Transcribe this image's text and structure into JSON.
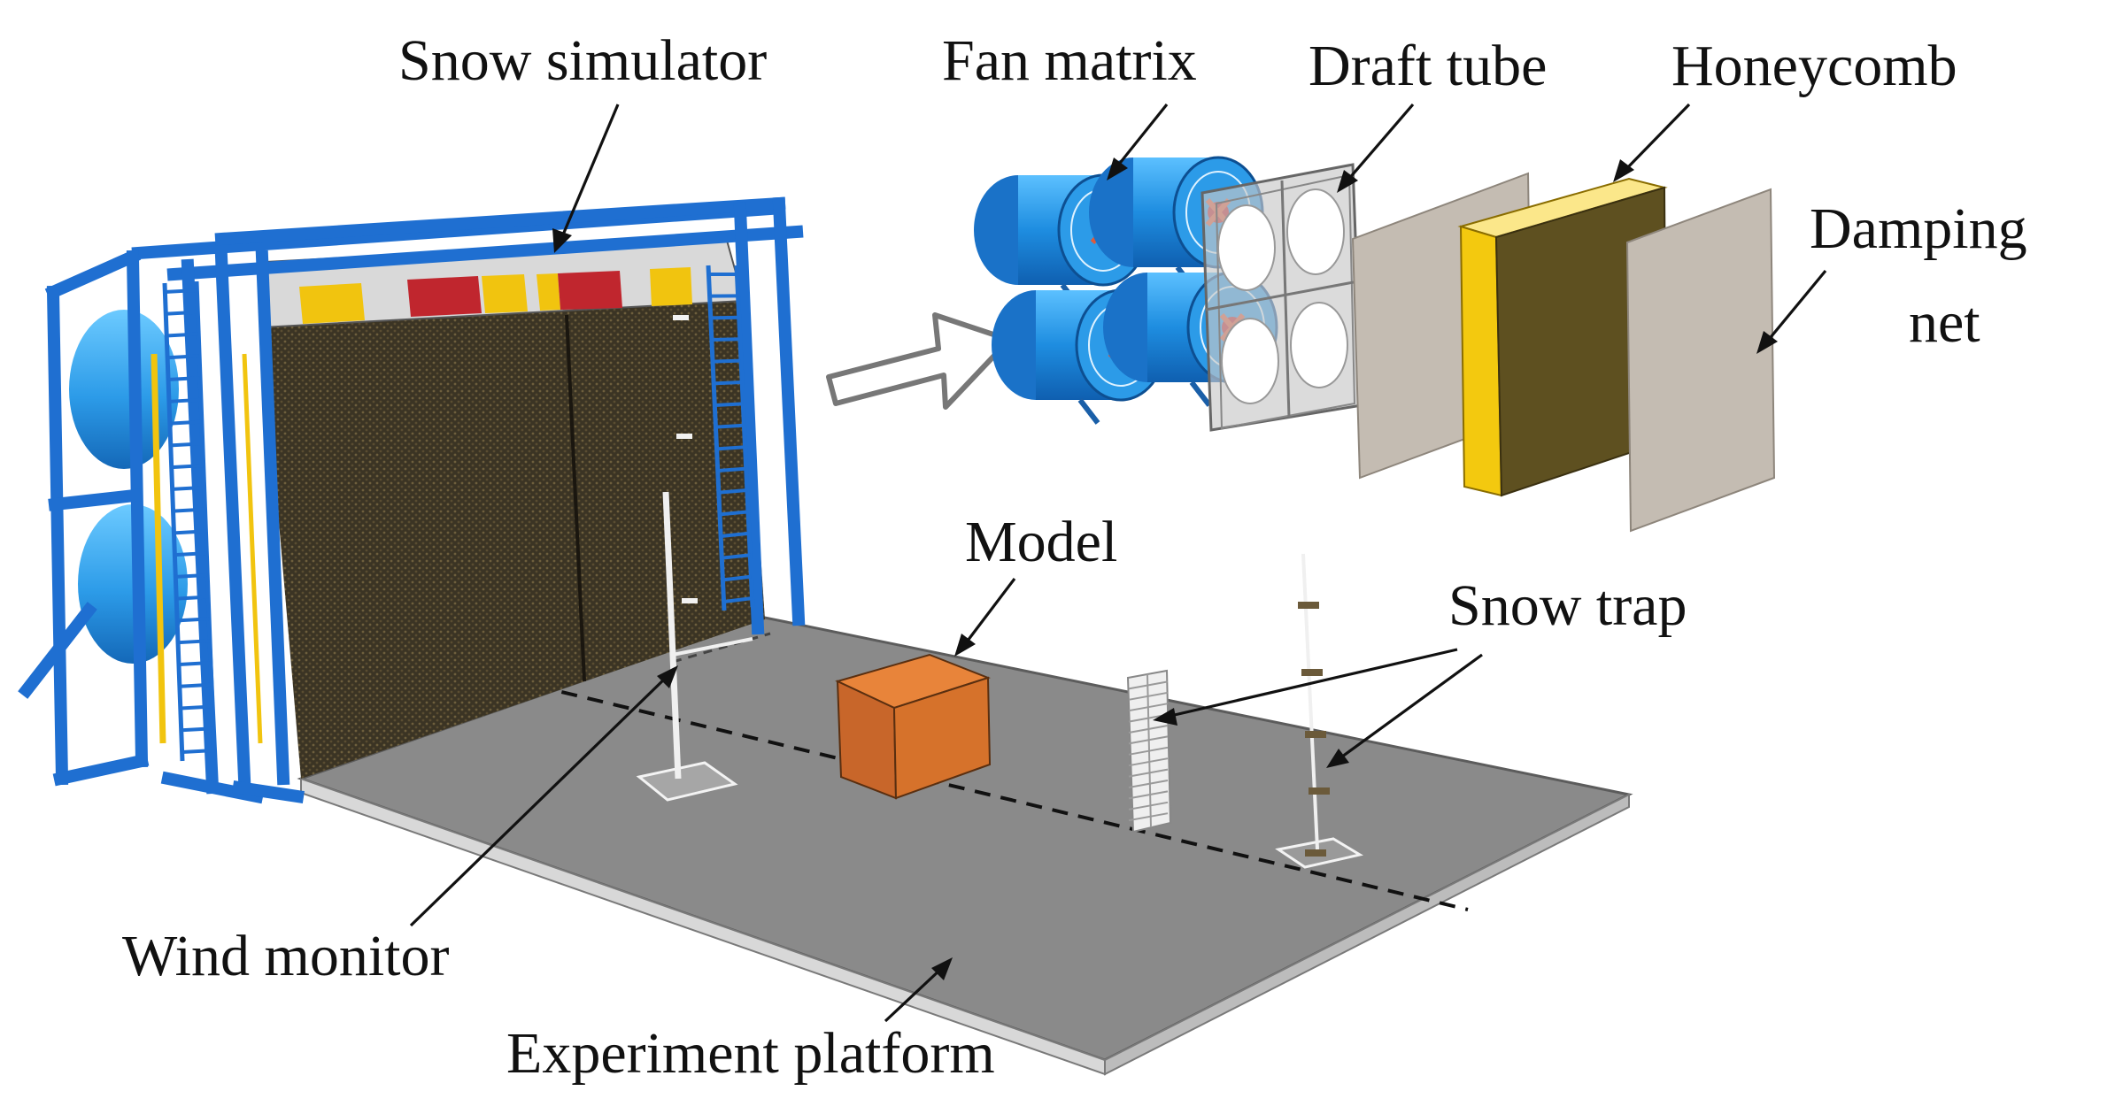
{
  "labels": {
    "snow_simulator": "Snow simulator",
    "fan_matrix": "Fan matrix",
    "draft_tube": "Draft tube",
    "honeycomb": "Honeycomb",
    "damping_net_line1": "Damping",
    "damping_net_line2": "net",
    "model": "Model",
    "snow_trap": "Snow trap",
    "wind_monitor": "Wind monitor",
    "experiment_platform": "Experiment platform"
  },
  "colors": {
    "frame_blue": "#1f6fd1",
    "fan_blue": "#2c9be8",
    "mesh_dark": "#3b3424",
    "snow_yellow": "#f1c40f",
    "snow_red": "#c0262e",
    "platform_gray": "#8a8a8a",
    "model_orange": "#d6722b",
    "honeycomb_yellow": "#f3c90f",
    "net_gray": "#c4bcb2"
  },
  "icons": [
    "fan-icon",
    "arrow-right-outline-icon"
  ]
}
